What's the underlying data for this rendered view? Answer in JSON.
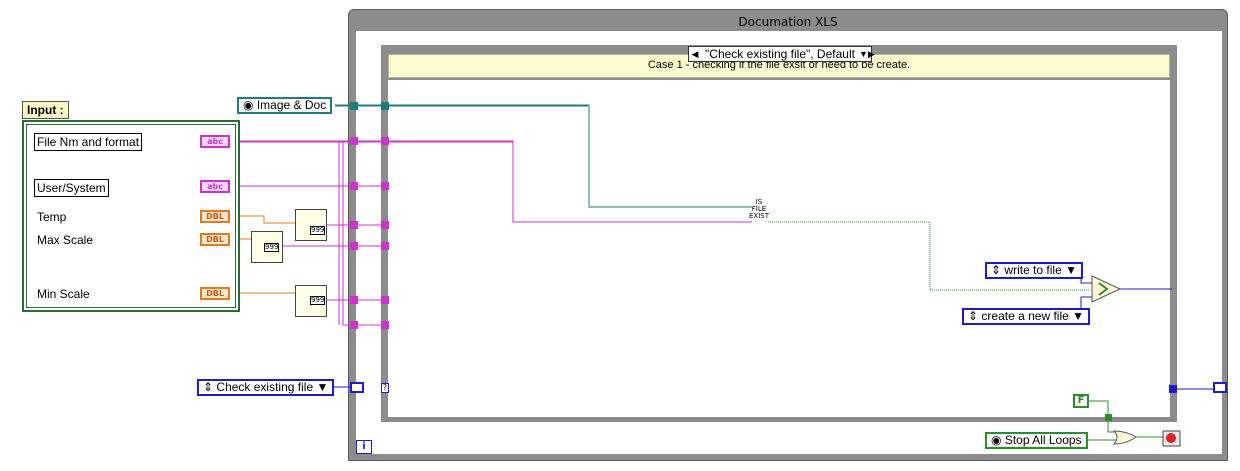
{
  "loop": {
    "title": "Documation XLS"
  },
  "case_structure": {
    "selector": "\"Check existing file\", Default",
    "comment": "Case 1 - checking if the file exsit or need to be create."
  },
  "inputs": {
    "label": "Input :",
    "file_name": "File Nm and format",
    "user_system": "User/System",
    "temp": "Temp",
    "max_scale": "Max Scale",
    "min_scale": "Min Scale",
    "abc_tag": "abc",
    "dbl_tag": "DBL"
  },
  "constants": {
    "image_doc": "Image & Doc",
    "check_existing": "Check existing file",
    "write_to_file": "write to file",
    "create_new_file": "create a new file",
    "stop_all_loops": "Stop All Loops",
    "false_const": "F",
    "iteration": "i"
  },
  "nodes": {
    "file_exist_is": "IS",
    "file_exist_label": "FILE",
    "file_exist_label2": "EXIST",
    "format_num": "999"
  },
  "colors": {
    "string_wire": "#cc33cc",
    "numeric_wire": "#e07b1f",
    "path_wire": "#1b7c7c",
    "enum_wire": "#1c1ccc",
    "boolean_wire": "#2e8b2e",
    "structure_gray": "#8c8c8c",
    "comment_bg": "#fcfbcf"
  }
}
